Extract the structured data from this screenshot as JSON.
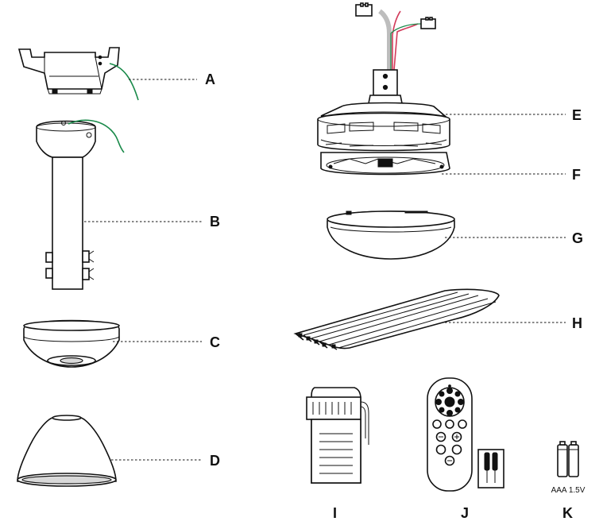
{
  "labels": {
    "A": "A",
    "B": "B",
    "C": "C",
    "D": "D",
    "E": "E",
    "F": "F",
    "G": "G",
    "H": "H",
    "I": "I",
    "J": "J",
    "K": "K"
  },
  "battery_label": "AAA 1.5V",
  "colors": {
    "line": "#111111",
    "wire_green": "#1a8a4a",
    "wire_red": "#d23a5a",
    "wire_grey": "#bdbdbd",
    "background": "#ffffff"
  }
}
